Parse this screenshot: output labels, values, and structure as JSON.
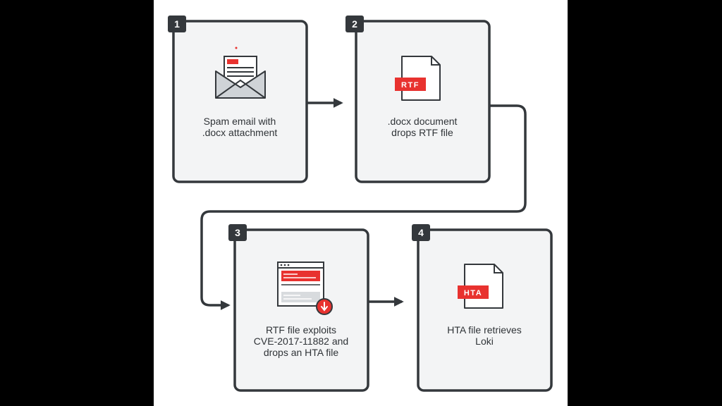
{
  "steps": [
    {
      "number": "1",
      "lines": [
        "Spam email with",
        ".docx attachment"
      ],
      "icon": "envelope-icon"
    },
    {
      "number": "2",
      "lines": [
        ".docx document",
        "drops RTF file"
      ],
      "icon": "document-icon",
      "file_label": "RTF"
    },
    {
      "number": "3",
      "lines": [
        "RTF file exploits",
        "CVE-2017-11882 and",
        "drops an HTA file"
      ],
      "icon": "browser-download-icon"
    },
    {
      "number": "4",
      "lines": [
        "HTA file retrieves",
        "Loki"
      ],
      "icon": "document-icon",
      "file_label": "HTA"
    }
  ],
  "colors": {
    "card_fill": "#f3f4f5",
    "stroke": "#34383c",
    "accent_red": "#e8322f",
    "text": "#2f3337",
    "background_outer": "#000000",
    "background_inner": "#ffffff"
  }
}
